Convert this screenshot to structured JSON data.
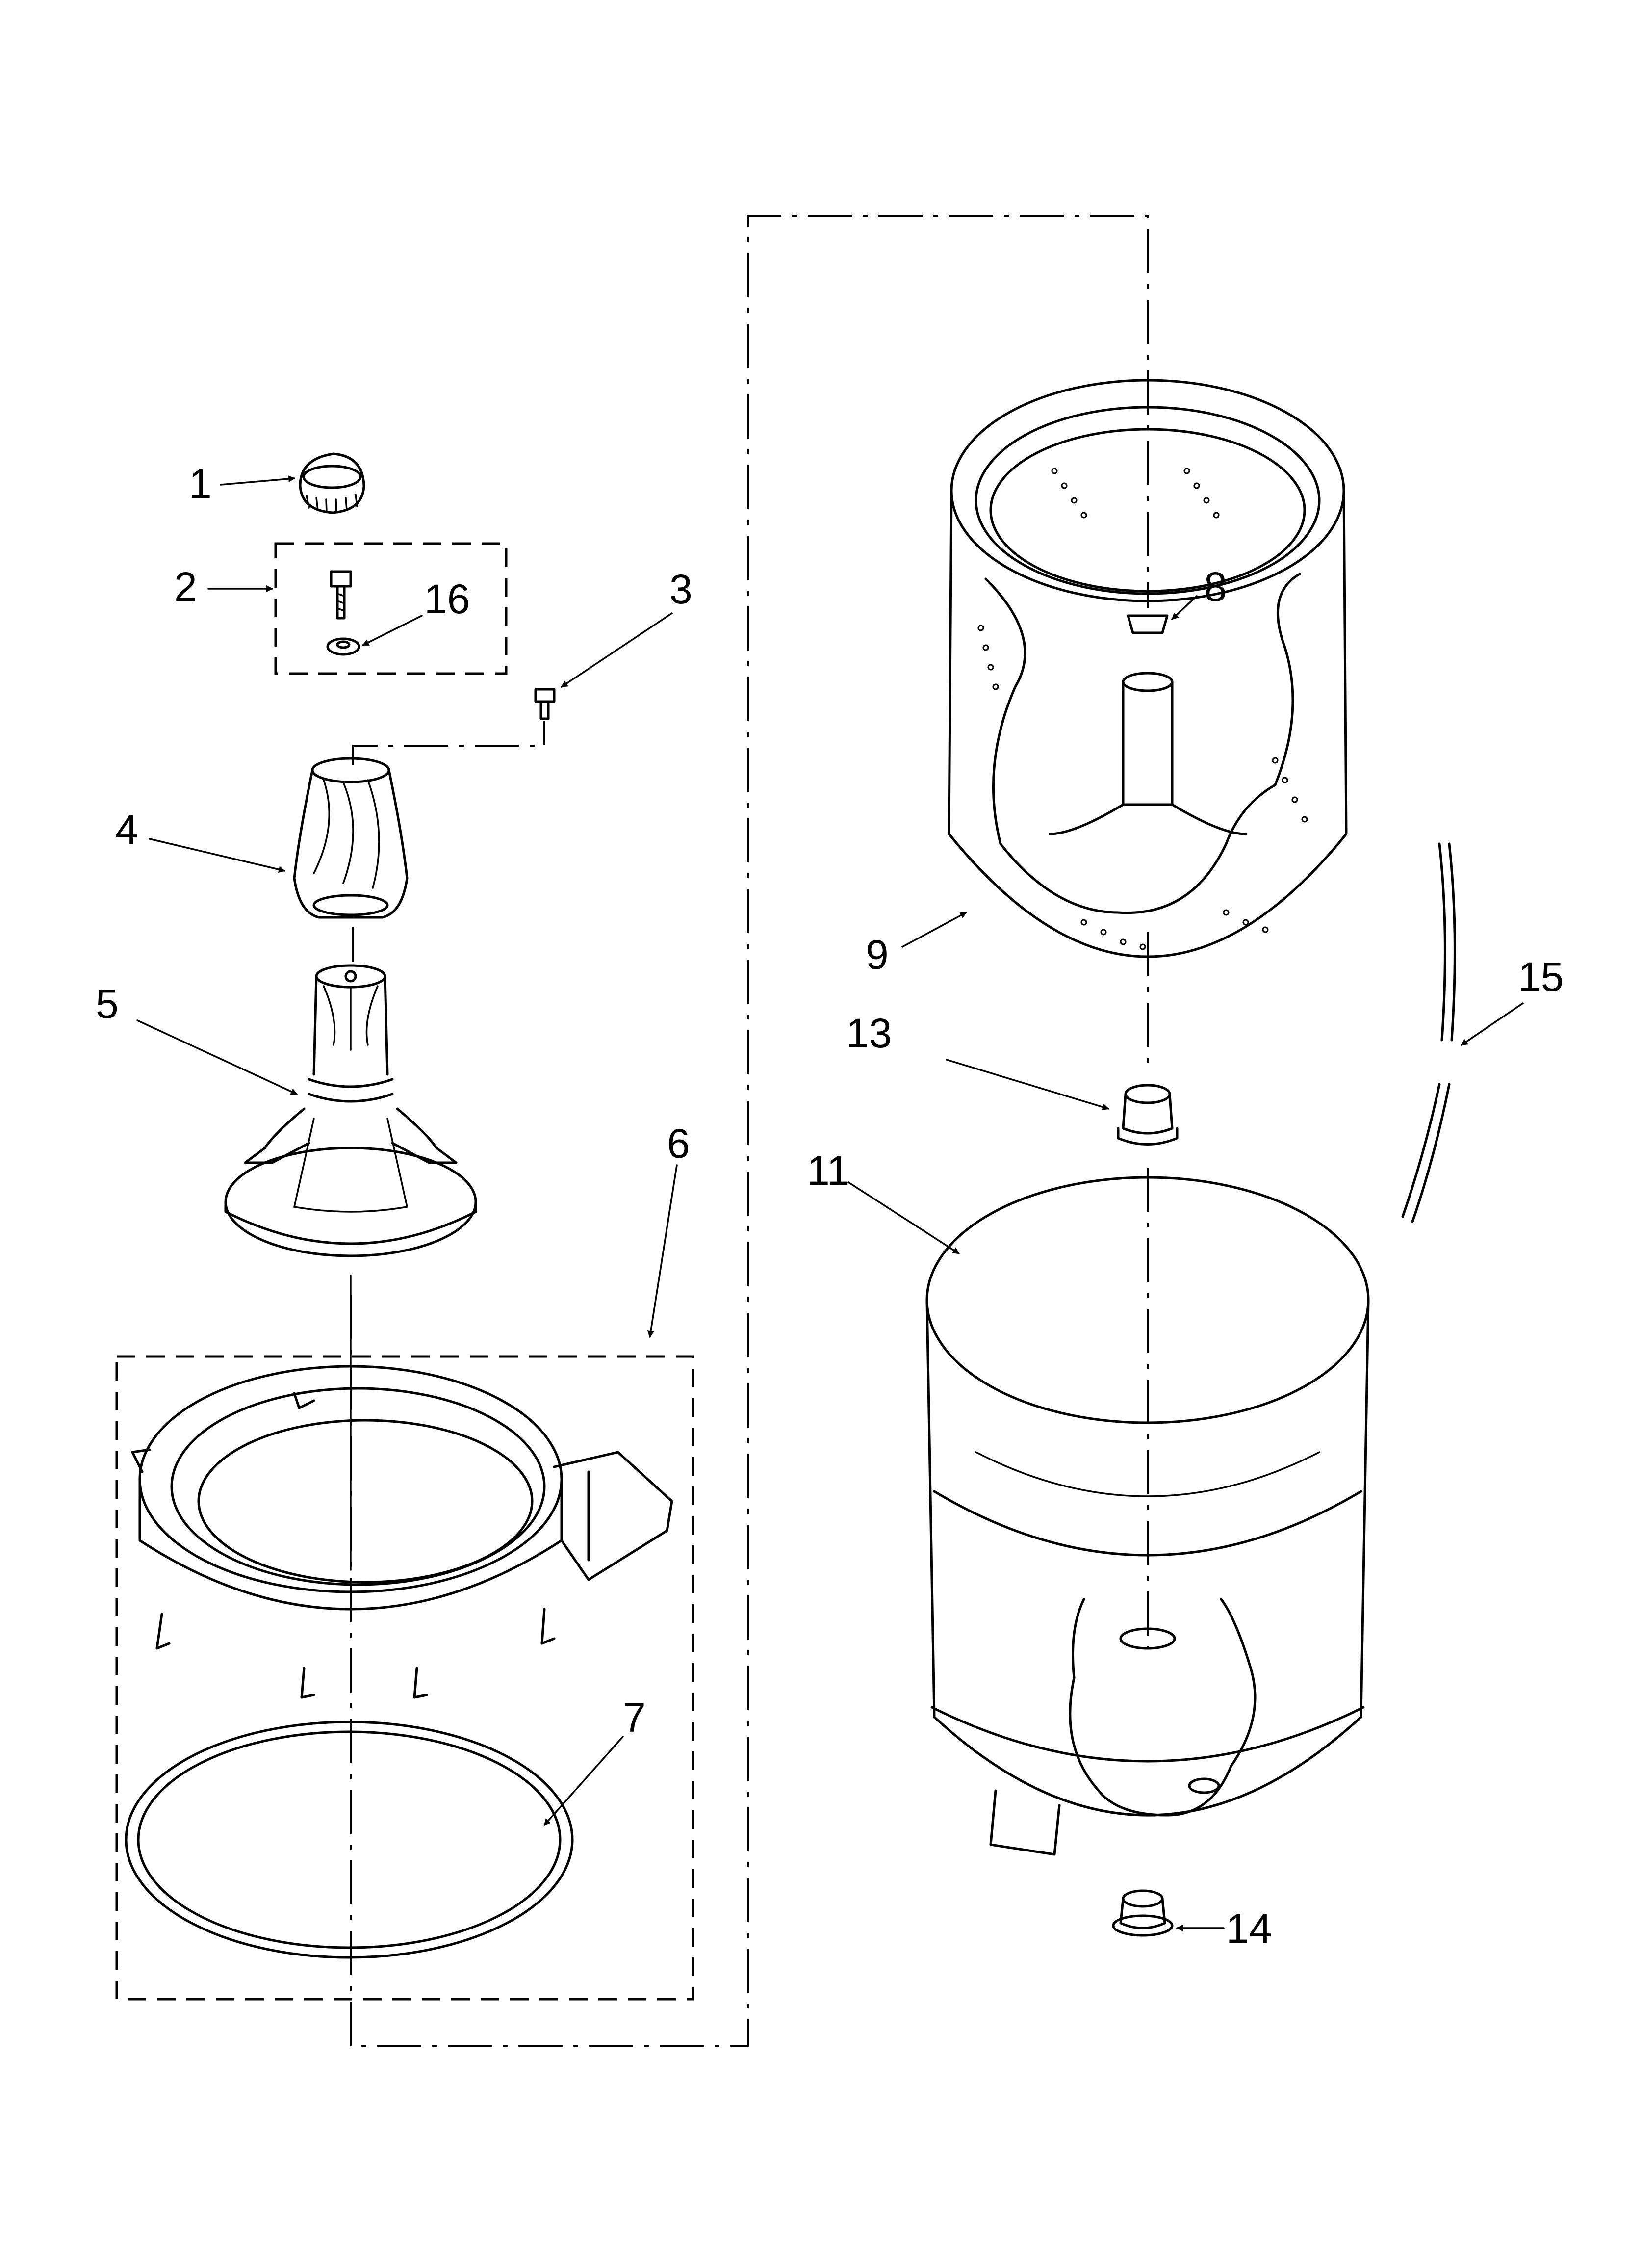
{
  "diagram": {
    "type": "exploded-parts-diagram",
    "callouts": [
      "1",
      "2",
      "3",
      "4",
      "5",
      "6",
      "7",
      "8",
      "9",
      "11",
      "13",
      "14",
      "15",
      "16"
    ],
    "parts": [
      {
        "callout": "1",
        "name": "cap"
      },
      {
        "callout": "2",
        "name": "bolt-and-washer-kit"
      },
      {
        "callout": "3",
        "name": "screw"
      },
      {
        "callout": "4",
        "name": "agitator-cam"
      },
      {
        "callout": "5",
        "name": "agitator"
      },
      {
        "callout": "6",
        "name": "tub-ring-assembly"
      },
      {
        "callout": "7",
        "name": "seal-ring"
      },
      {
        "callout": "8",
        "name": "nut"
      },
      {
        "callout": "9",
        "name": "basket"
      },
      {
        "callout": "11",
        "name": "tub"
      },
      {
        "callout": "13",
        "name": "bearing"
      },
      {
        "callout": "14",
        "name": "plug"
      },
      {
        "callout": "15",
        "name": "hose"
      },
      {
        "callout": "16",
        "name": "washer"
      }
    ]
  },
  "colors": {
    "line": "#000000",
    "background": "#ffffff"
  }
}
